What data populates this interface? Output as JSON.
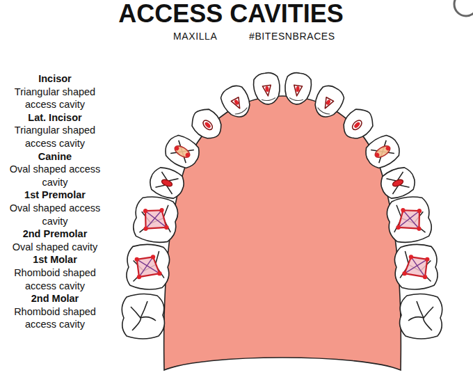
{
  "diagram": {
    "title": "ACCESS CAVITIES",
    "labels": [
      "MAXILLA",
      "#BITESNBRACES",
      "Incisor",
      "Triangular shaped access cavity",
      "Lat. Incisor",
      "Triangular shaped access cavity",
      "Canine",
      "Oval shaped access cavity",
      "1st Premolar",
      "Oval shaped access cavity",
      "2nd Premolar",
      "Oval shaped cavity",
      "1st Molar",
      "Rhomboid shaped access cavity",
      "2nd Molar",
      "Rhomboid shaped access cavity"
    ]
  }
}
